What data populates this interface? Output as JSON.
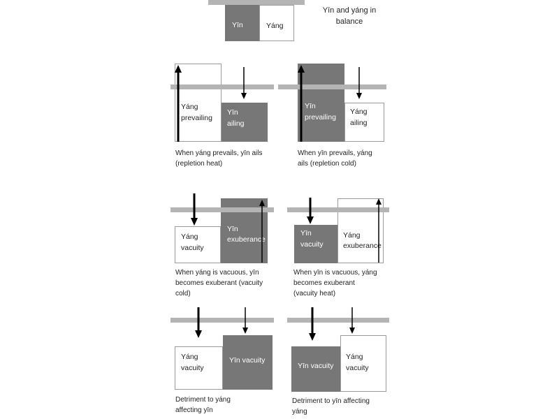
{
  "balance": {
    "title_line1": "Yīn and yáng in",
    "title_line2": "balance",
    "yin": "Yīn",
    "yang": "Yáng"
  },
  "panels": [
    {
      "id": "yang-prevails",
      "yang_line1": "Yáng",
      "yang_line2": "prevailing",
      "yin_line1": "Yīn",
      "yin_line2": "ailing",
      "caption_line1": "When yáng prevails, yīn ails",
      "caption_line2": "(repletion  heat)"
    },
    {
      "id": "yin-prevails",
      "yin_line1": "Yīn",
      "yin_line2": "prevailing",
      "yang_line1": "Yáng",
      "yang_line2": "ailing",
      "caption_line1": "When yīn prevails,  yáng",
      "caption_line2": "ails  (repletion  cold)"
    },
    {
      "id": "yang-vacuous",
      "yang_line1": "Yáng",
      "yang_line2": "vacuity",
      "yin_line1": "Yīn",
      "yin_line2": "exuberance",
      "caption_line1": "When  yáng  is vacuous,  yīn",
      "caption_line2": "becomes  exuberant  (vacuity",
      "caption_line3": "cold)"
    },
    {
      "id": "yin-vacuous",
      "yin_line1": "Yīn",
      "yin_line2": "vacuity",
      "yang_line1": "Yáng",
      "yang_line2": "exuberance",
      "caption_line1": "When yīn is vacuous,  yáng",
      "caption_line2": "becomes  exuberant",
      "caption_line3": "(vacuity heat)"
    },
    {
      "id": "yang-detriment",
      "yang_line1": "Yáng",
      "yang_line2": "vacuity",
      "yin_label": "Yīn vacuity",
      "caption_line1": "Detriment  to yáng",
      "caption_line2": "affecting  yīn"
    },
    {
      "id": "yin-detriment",
      "yin_label": "Yīn vacuity",
      "yang_line1": "Yáng",
      "yang_line2": "vacuity",
      "caption_line1": "Detriment  to yīn affecting",
      "caption_line2": "yáng"
    }
  ]
}
